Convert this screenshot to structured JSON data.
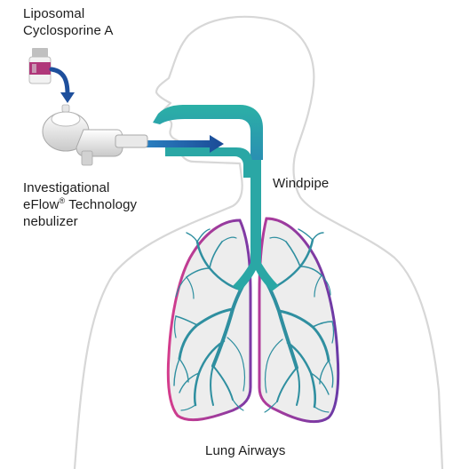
{
  "labels": {
    "drug_line1": "Liposomal",
    "drug_line2": "Cyclosporine A",
    "nebulizer_line1": "Investigational",
    "nebulizer_line2_pre": "eFlow",
    "nebulizer_line2_sup": "®",
    "nebulizer_line2_post": " Technology",
    "nebulizer_line3": "nebulizer",
    "windpipe": "Windpipe",
    "lung_airways": "Lung Airways"
  },
  "colors": {
    "body_outline": "#d7d7d7",
    "airway_teal": "#2aa7a5",
    "arrow_blue": "#1e4f9c",
    "lung_fill": "#ededed",
    "lung_outline_pink": "#d43c8c",
    "lung_outline_purple": "#7b3aa6",
    "vial_cap": "#b0387a"
  },
  "icons": [
    "vial-icon",
    "nebulizer-device-icon",
    "flow-arrow-icon",
    "lungs-icon"
  ]
}
